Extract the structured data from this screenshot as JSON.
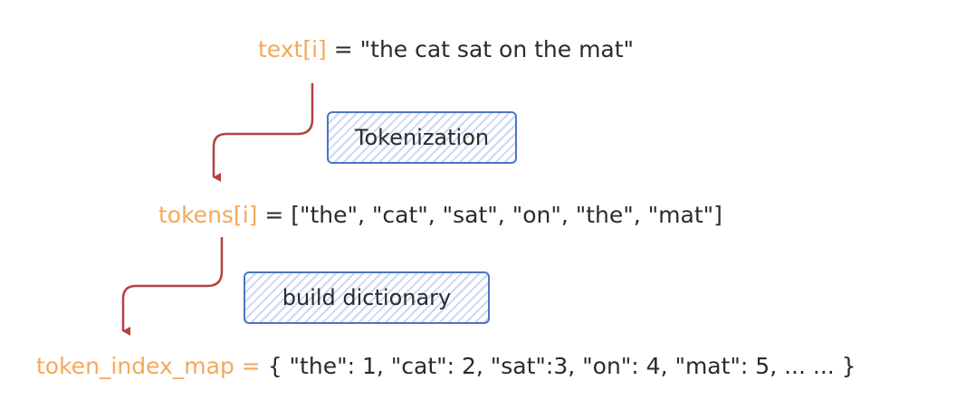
{
  "line1": {
    "var": "text[i]",
    "rest": " = \"the cat sat on the mat\""
  },
  "step1": {
    "label": "Tokenization"
  },
  "line2": {
    "var": "tokens[i]",
    "rest": " = [\"the\", \"cat\", \"sat\", \"on\", \"the\", \"mat\"]"
  },
  "step2": {
    "label": "build dictionary"
  },
  "line3": {
    "var": "token_index_map = ",
    "rest": "{ \"the\": 1, \"cat\": 2, \"sat\":3, \"on\": 4, \"mat\": 5, ... ... }"
  },
  "colors": {
    "variable": "#f5a85a",
    "arrow": "#b5413f",
    "box_border": "#4f73c3",
    "hatch": "#c9d9f5",
    "text": "#2b2b2b"
  }
}
